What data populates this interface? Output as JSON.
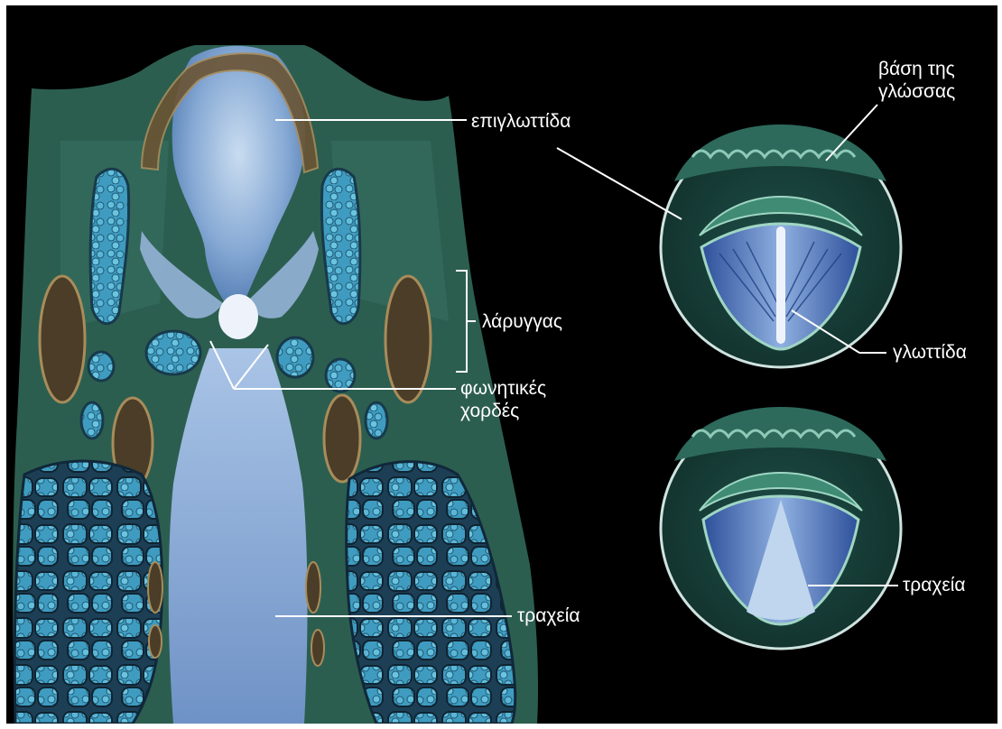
{
  "labels": {
    "epiglottis": "επιγλωττίδα",
    "larynx": "λάρυγγας",
    "vocal_cords": "φωνητικές χορδές",
    "trachea_left": "τραχεία",
    "tongue_base": "βάση της γλώσσας",
    "glottis": "γλωττίδα",
    "trachea_right": "τραχεία"
  },
  "colors": {
    "background": "#000000",
    "tissue_green": "#2c5e50",
    "airway_blue": "#7fa9d6",
    "cartilage_cyan": "#5fb3cf",
    "muscle_brown": "#5a4a32",
    "label_text": "#ffffff"
  }
}
